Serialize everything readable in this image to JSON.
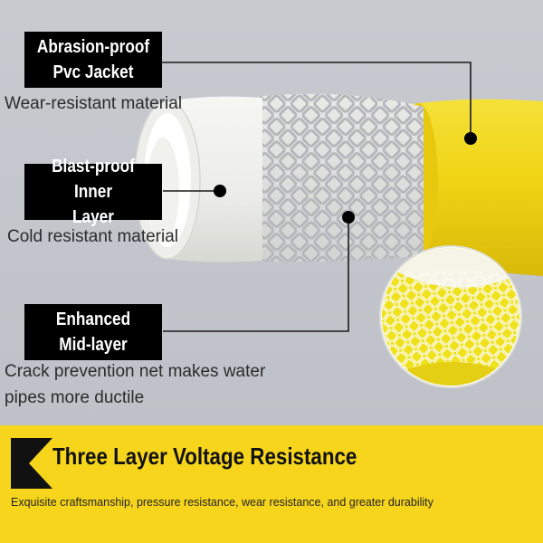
{
  "callouts": [
    {
      "title_lines": [
        "Abrasion-proof",
        "Pvc Jacket"
      ],
      "description": "Wear-resistant material"
    },
    {
      "title_lines": [
        "Blast-proof Inner",
        "Layer"
      ],
      "description": "Cold resistant material"
    },
    {
      "title_lines": [
        "Enhanced",
        "Mid-layer"
      ],
      "description_lines": [
        "Crack prevention net makes water",
        "pipes more ductile"
      ]
    }
  ],
  "banner": {
    "title": "Three Layer Voltage Resistance",
    "subtitle": "Exquisite craftsmanship, pressure resistance, wear resistance, and greater durability"
  },
  "colors": {
    "background": "#c8cad0",
    "jacket_yellow": "#f2d81a",
    "banner_yellow": "#f7d51c",
    "label_black": "#000000",
    "inner_white": "#f4f4f0",
    "mesh_gray": "#b9bbc0"
  }
}
